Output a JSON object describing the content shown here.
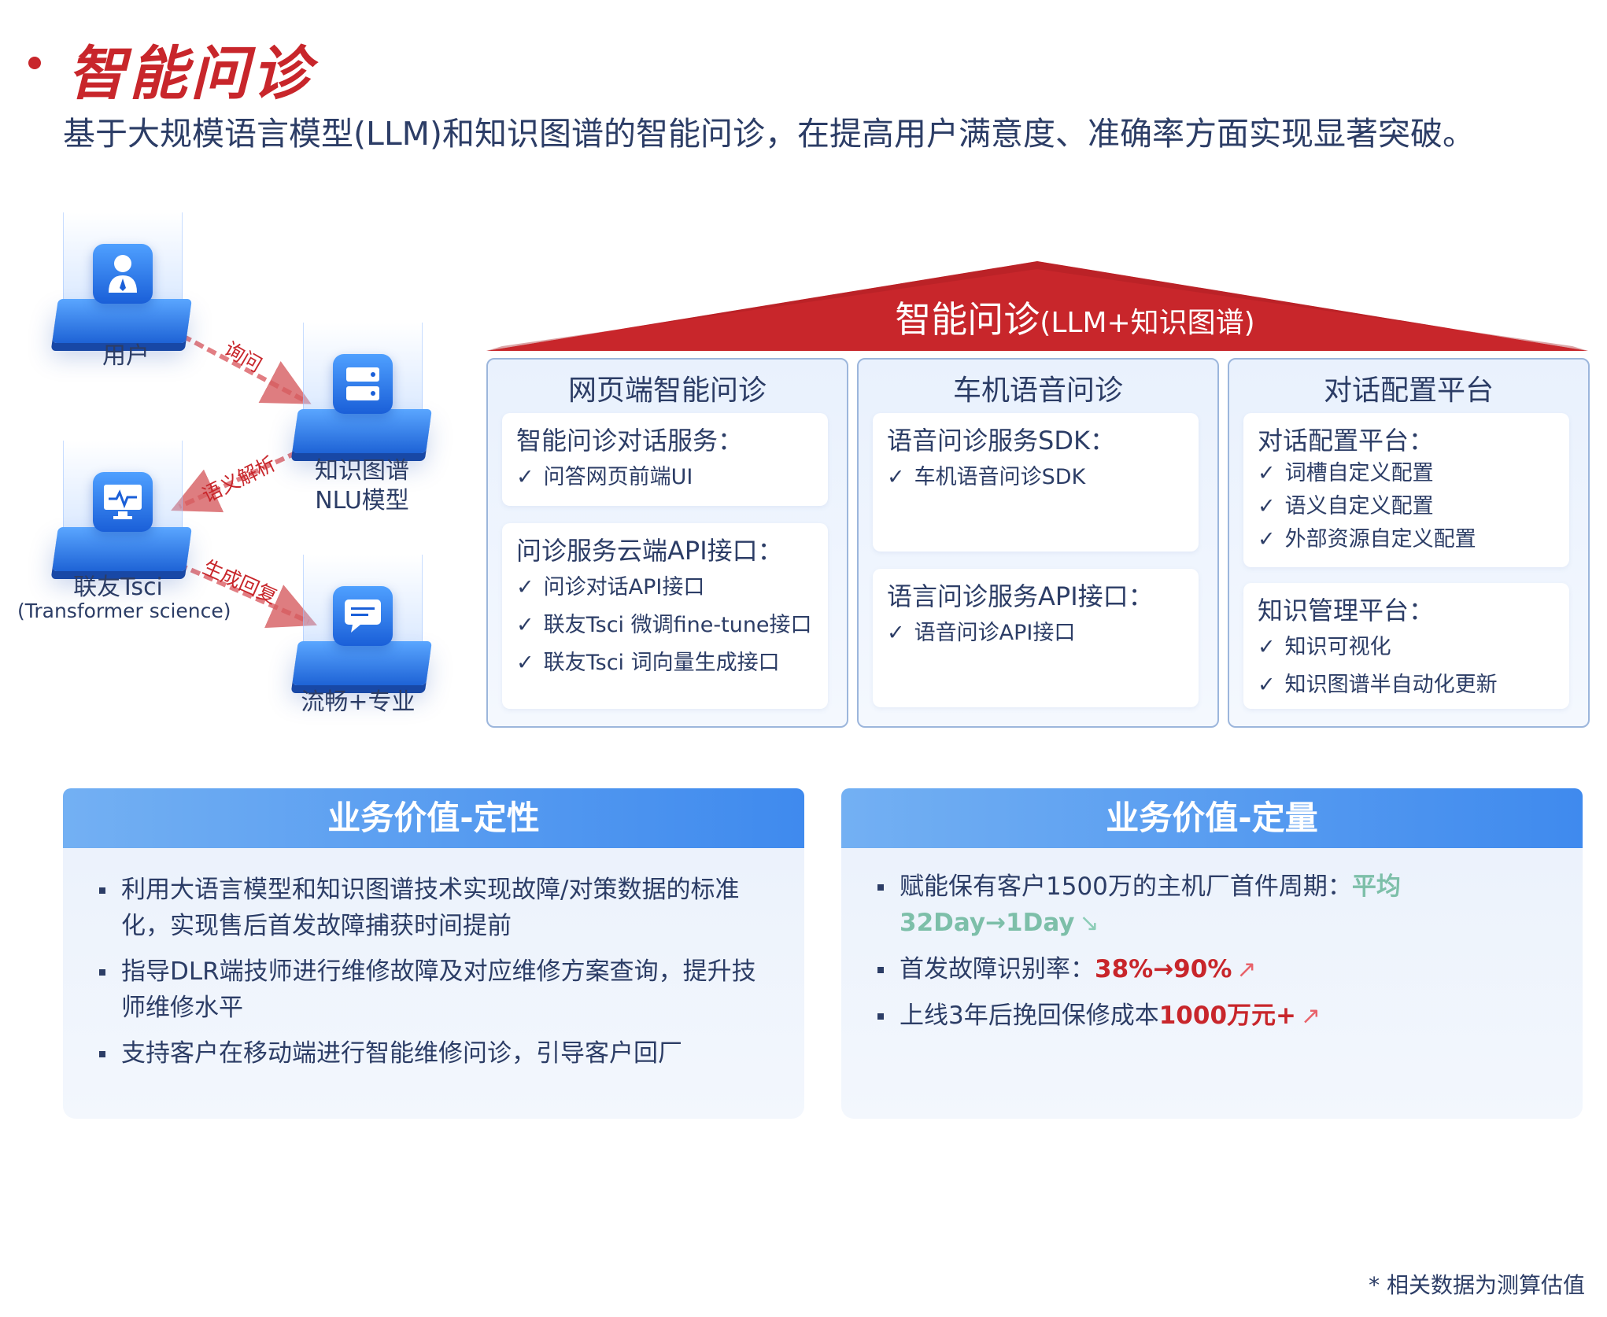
{
  "header": {
    "title": "智能问诊",
    "subtitle": "基于大规模语言模型(LLM)和知识图谱的智能问诊，在提高用户满意度、准确率方面实现显著突破。"
  },
  "flow": {
    "nodes": {
      "user": {
        "label": "用户",
        "icon": "user-icon"
      },
      "kg": {
        "label_line1": "知识图谱",
        "label_line2": "NLU模型",
        "icon": "database-icon"
      },
      "tsci": {
        "label": "联友Tsci",
        "sublabel": "(Transformer science)",
        "icon": "monitor-icon"
      },
      "output": {
        "label": "流畅+专业",
        "icon": "chat-icon"
      }
    },
    "edges": {
      "ask": "询问",
      "semantic": "语义解析",
      "generate": "生成回复"
    }
  },
  "roof": {
    "title": "智能问诊",
    "subtitle": "(LLM+知识图谱)"
  },
  "columns": [
    {
      "title": "网页端智能问诊",
      "cards": [
        {
          "title": "智能问诊对话服务：",
          "items": [
            "问答网页前端UI"
          ]
        },
        {
          "title": "问诊服务云端API接口：",
          "items": [
            "问诊对话API接口",
            "联友Tsci 微调fine-tune接口",
            "联友Tsci 词向量生成接口"
          ]
        }
      ]
    },
    {
      "title": "车机语音问诊",
      "cards": [
        {
          "title": "语音问诊服务SDK：",
          "items": [
            "车机语音问诊SDK"
          ]
        },
        {
          "title": "语言问诊服务API接口：",
          "items": [
            "语音问诊API接口"
          ]
        }
      ]
    },
    {
      "title": "对话配置平台",
      "cards": [
        {
          "title": "对话配置平台：",
          "items": [
            "词槽自定义配置",
            "语义自定义配置",
            "外部资源自定义配置"
          ]
        },
        {
          "title": "知识管理平台：",
          "items": [
            "知识可视化",
            "知识图谱半自动化更新"
          ]
        }
      ]
    }
  ],
  "qualitative": {
    "title": "业务价值-定性",
    "items": [
      "利用大语言模型和知识图谱技术实现故障/对策数据的标准化，实现售后首发故障捕获时间提前",
      "指导DLR端技师进行维修故障及对应维修方案查询，提升技师维修水平",
      "支持客户在移动端进行智能维修问诊，引导客户回厂"
    ]
  },
  "quantitative": {
    "title": "业务价值-定量",
    "items": [
      {
        "text": "赋能保有客户1500万的主机厂首件周期：",
        "highlight": "平均32Day→1Day",
        "style": "teal",
        "trend": "down"
      },
      {
        "text": "首发故障识别率：",
        "highlight": "38%→90%",
        "style": "red",
        "trend": "up"
      },
      {
        "text": "上线3年后挽回保修成本",
        "highlight": "1000万元+",
        "style": "red",
        "trend": "up"
      }
    ]
  },
  "footnote": "* 相关数据为测算估值",
  "colors": {
    "brand_red": "#c8262b",
    "accent_blue": "#3f8aee",
    "highlight_teal": "#7dbfa9"
  }
}
